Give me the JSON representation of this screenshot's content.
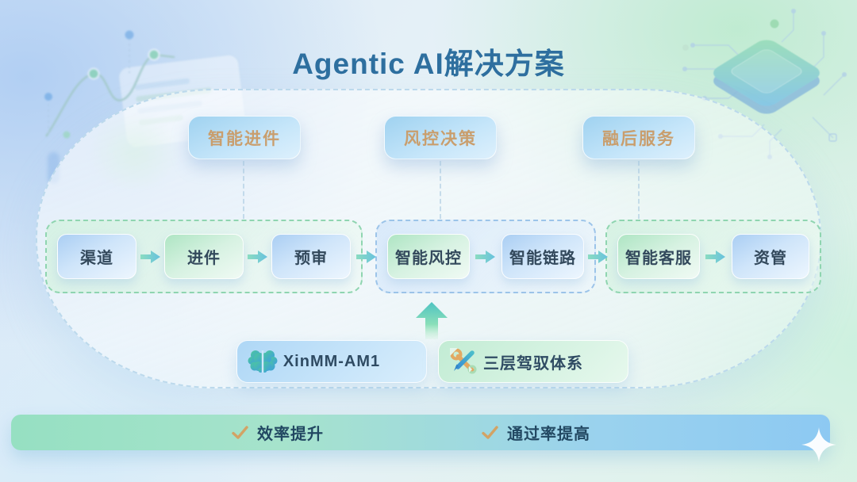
{
  "title": "Agentic AI解决方案",
  "stages": [
    {
      "label": "智能进件"
    },
    {
      "label": "风控决策"
    },
    {
      "label": "融后服务"
    }
  ],
  "flow": {
    "groups": [
      {
        "items": [
          {
            "label": "渠道"
          },
          {
            "label": "进件"
          },
          {
            "label": "预审"
          }
        ]
      },
      {
        "items": [
          {
            "label": "智能风控"
          },
          {
            "label": "智能链路"
          }
        ]
      },
      {
        "items": [
          {
            "label": "智能客服"
          },
          {
            "label": "资管"
          }
        ]
      }
    ]
  },
  "engines": [
    {
      "icon": "brain-icon",
      "label": "XinMM-AM1"
    },
    {
      "icon": "tools-icon",
      "label": "三层驾驭体系"
    }
  ],
  "benefits": [
    {
      "icon": "check-icon",
      "label": "效率提升"
    },
    {
      "icon": "check-icon",
      "label": "通过率提高"
    }
  ],
  "colors": {
    "title": "#2e6f9f",
    "stage_text": "#c99e6d",
    "node_text": "#33495c",
    "node_green": "#aee5c3",
    "node_blue": "#aacef3",
    "group_border_green": "#8fd5b0",
    "group_border_blue": "#9cc4e9",
    "bar_left": "#96e0c2",
    "bar_right": "#8dc9f2",
    "check": "#d2a365"
  }
}
